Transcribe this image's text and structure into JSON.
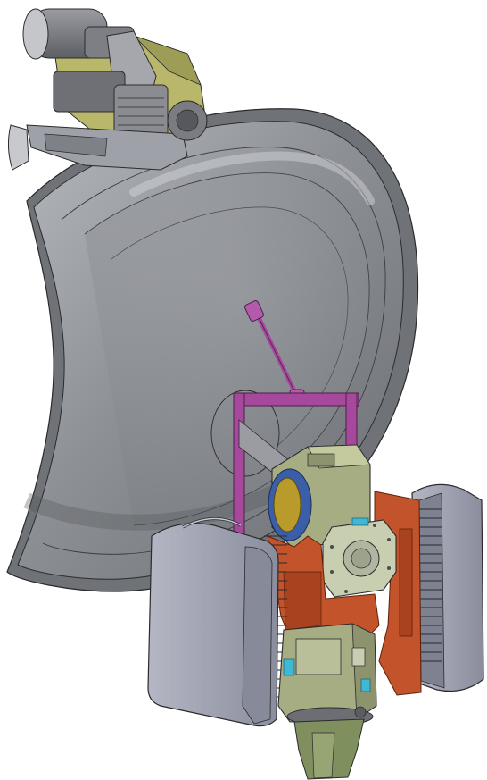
{
  "canvas": {
    "background": "#ffffff"
  },
  "colors": {
    "dish": "#8e9196",
    "dish_light": "#b9bcc0",
    "dish_dark": "#5f6266",
    "outline": "#2b2b2e",
    "olive_structure": "#b8b76a",
    "green_gearbox": "#a6ad83",
    "orange_bracket": "#c2532a",
    "magenta_frame": "#a6499d",
    "enclosure_grey": "#9da0b0",
    "cyan_accent": "#3fb8d6",
    "blue_flange": "#3a5ea8",
    "yellow_feed": "#b89b2a"
  },
  "components": [
    {
      "id": "reflector-dish",
      "icon": "parabolic-dish"
    },
    {
      "id": "top-drive-assembly",
      "icon": "motor-with-gearbox"
    },
    {
      "id": "feed-support-strut",
      "icon": "strut-rod"
    },
    {
      "id": "subframe",
      "icon": "rect-frame"
    },
    {
      "id": "elevation-gearbox",
      "icon": "gearbox-housing"
    },
    {
      "id": "azimuth-gearbox",
      "icon": "gearbox-housing"
    },
    {
      "id": "left-electronics-enclosure",
      "icon": "ribbed-box"
    },
    {
      "id": "right-electronics-enclosure",
      "icon": "ribbed-box"
    },
    {
      "id": "pedestal-base",
      "icon": "pedestal"
    }
  ]
}
